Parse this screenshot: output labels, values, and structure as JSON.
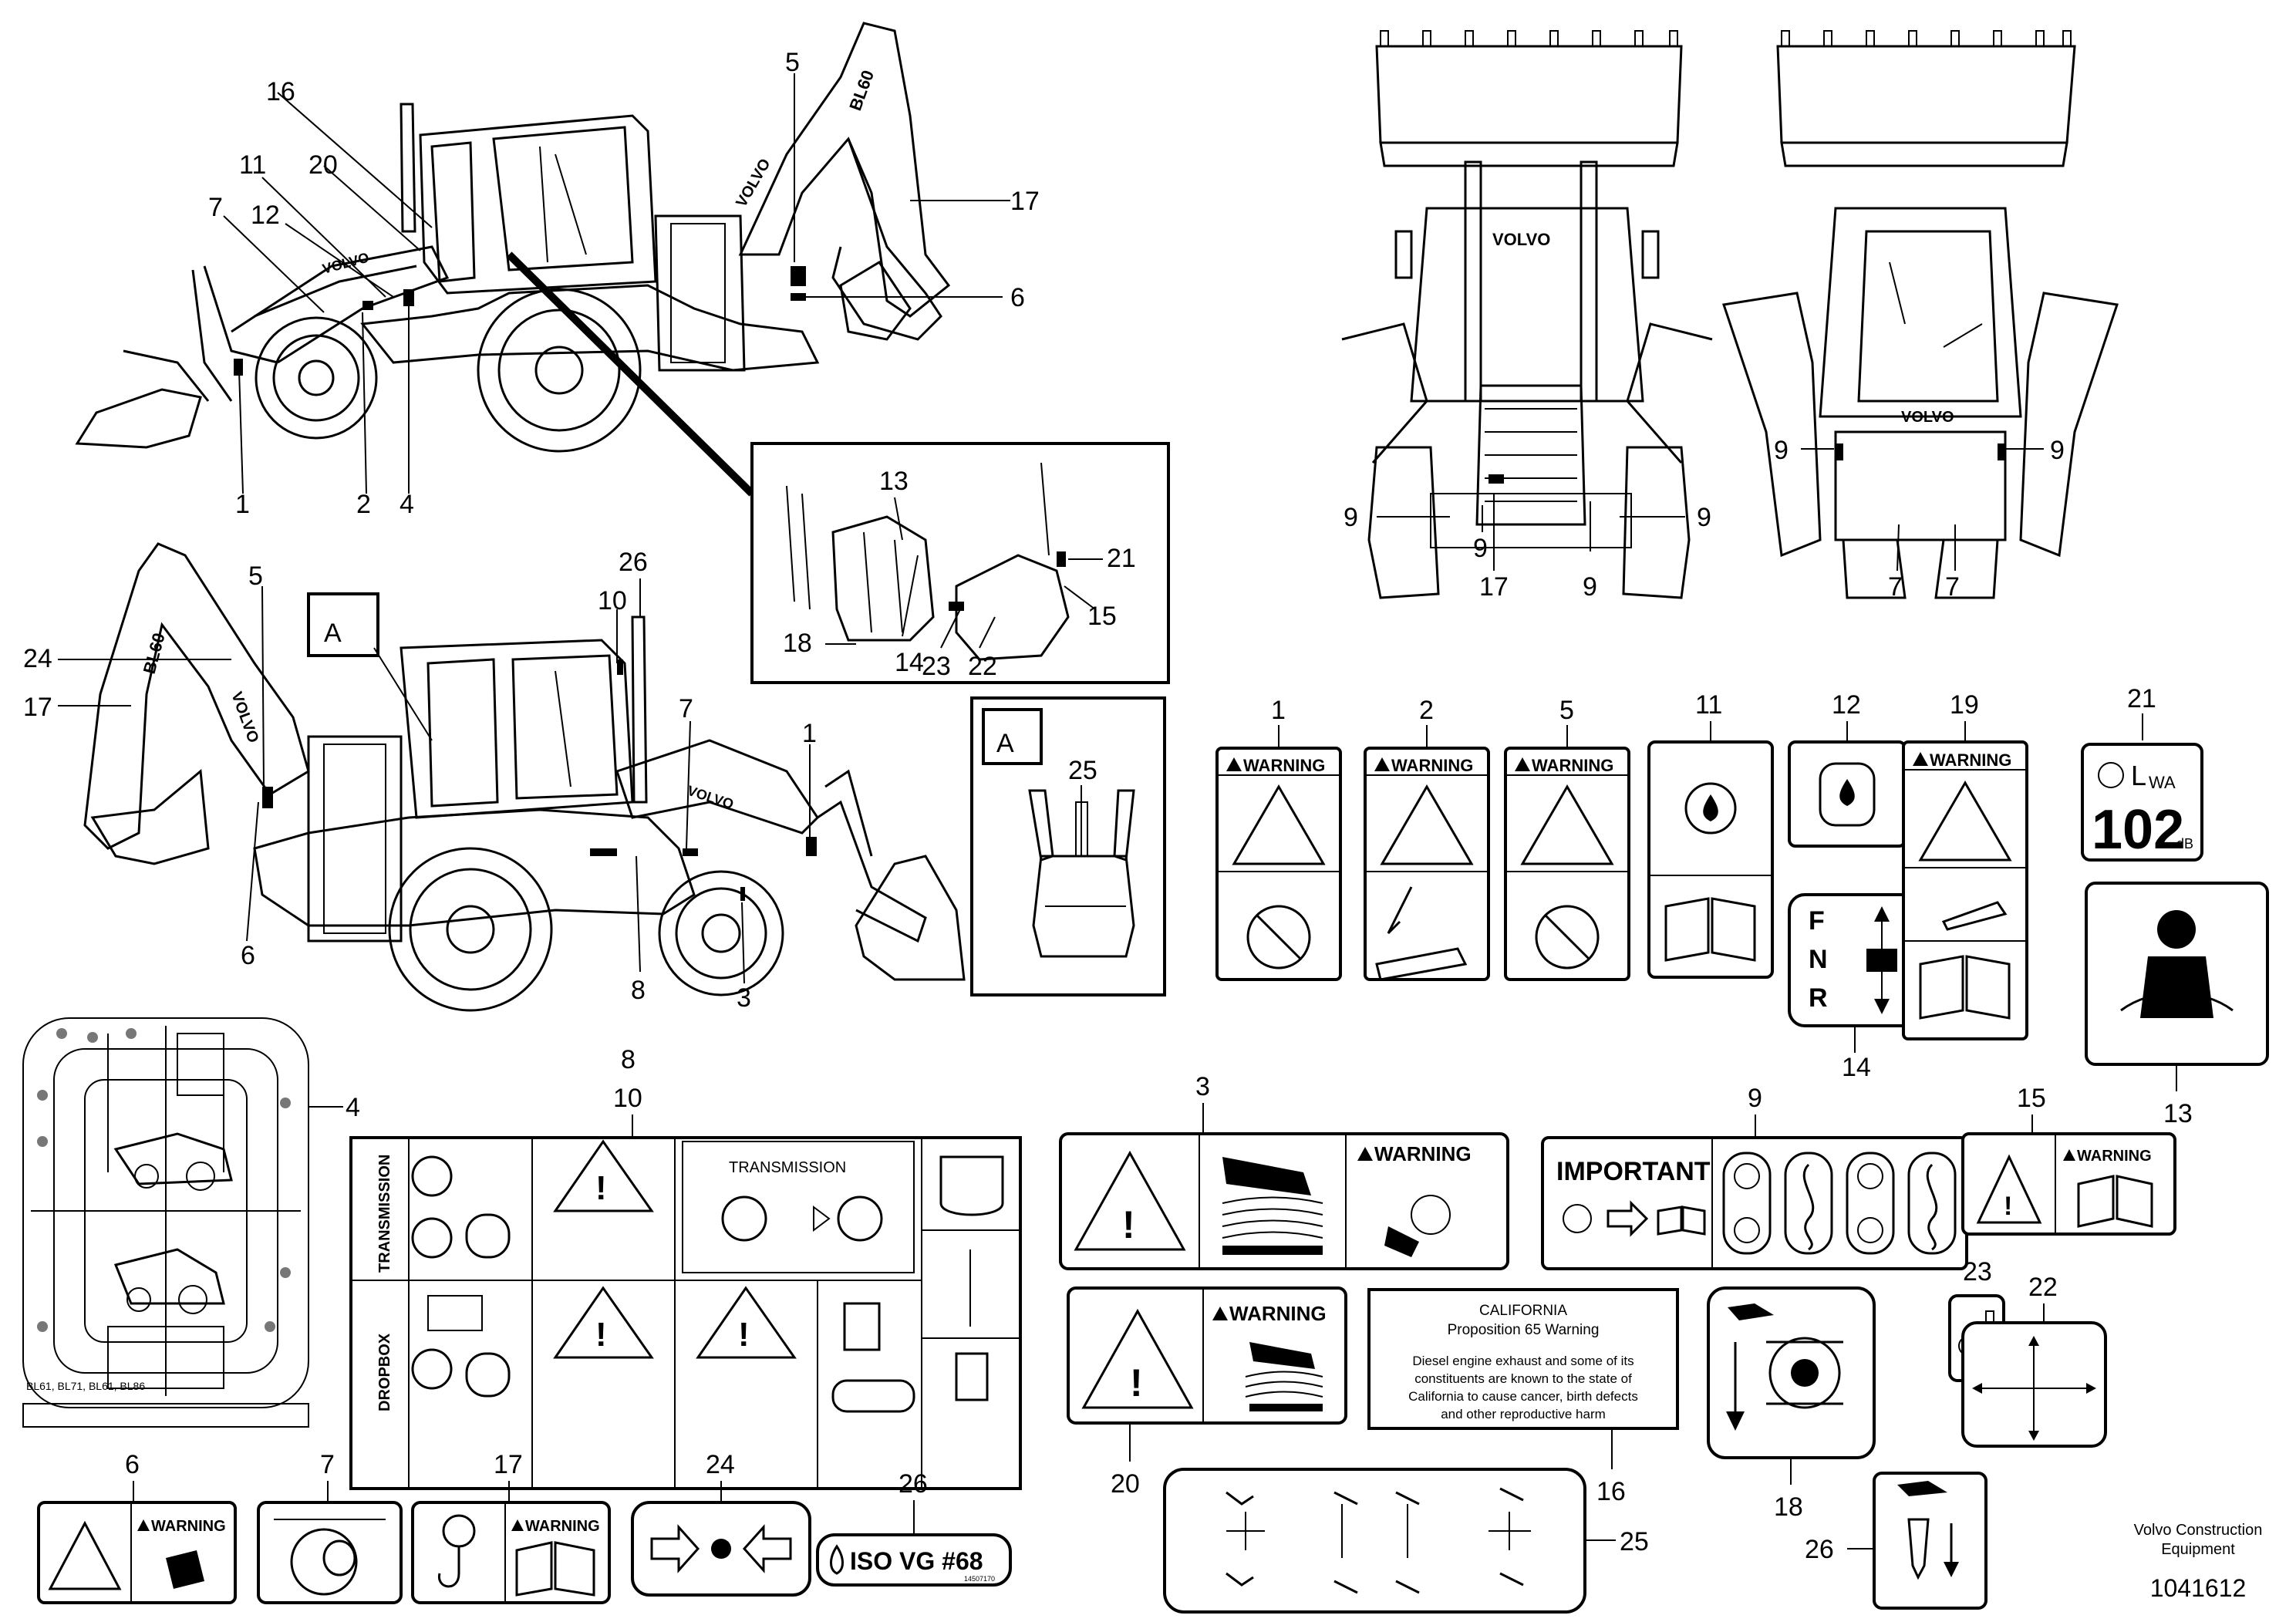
{
  "callouts": {
    "top_side_view": [
      "16",
      "20",
      "11",
      "12",
      "7",
      "1",
      "2",
      "4",
      "5",
      "17",
      "6"
    ],
    "bottom_side_view": [
      "24",
      "17",
      "5",
      "6",
      "A",
      "10",
      "26",
      "7",
      "1",
      "8",
      "3"
    ],
    "detail_inset": [
      "13",
      "21",
      "15",
      "18",
      "14",
      "23",
      "22"
    ],
    "detail_a": [
      "A",
      "25"
    ],
    "front_view": [
      "9",
      "9",
      "17",
      "9",
      "9"
    ],
    "rear_view": [
      "9",
      "9",
      "7",
      "7"
    ]
  },
  "labels": {
    "decal_1": "1",
    "decal_2": "2",
    "decal_5": "5",
    "decal_11": "11",
    "decal_12": "12",
    "decal_19": "19",
    "decal_21": "21",
    "decal_14": "14",
    "decal_13": "13",
    "decal_4": "4",
    "decal_8": "8",
    "decal_10": "10",
    "decal_3": "3",
    "decal_9": "9",
    "decal_15": "15",
    "decal_23": "23",
    "decal_22": "22",
    "decal_20": "20",
    "decal_16": "16",
    "decal_18": "18",
    "decal_6": "6",
    "decal_7": "7",
    "decal_17": "17",
    "decal_24": "24",
    "decal_26_top": "26",
    "decal_25": "25",
    "decal_26_bottom": "26"
  },
  "machine": {
    "brand": "VOLVO",
    "boom_model": "BL60"
  },
  "decals": {
    "warning": "WARNING",
    "lwa_unit": "L",
    "lwa_sub": "WA",
    "lwa_value": "102",
    "lwa_db": "dB",
    "fnr": [
      "F",
      "N",
      "R"
    ],
    "transmission_vertical": "TRANSMISSION",
    "transmission_header": "TRANSMISSION",
    "dropbox_vertical": "DROPBOX",
    "important": "IMPORTANT",
    "california_title": "CALIFORNIA",
    "california_sub": "Proposition 65 Warning",
    "california_body": [
      "Diesel engine exhaust and some of its",
      "constituents are known to the state of",
      "California to cause cancer, birth defects",
      "and other reproductive harm"
    ],
    "iso_text": "ISO VG #68",
    "iso_part": "14507170",
    "chart_models": "BL61, BL71, BL61, BL86"
  },
  "footer": {
    "company_line1": "Volvo Construction",
    "company_line2": "Equipment",
    "part_number": "1041612"
  }
}
